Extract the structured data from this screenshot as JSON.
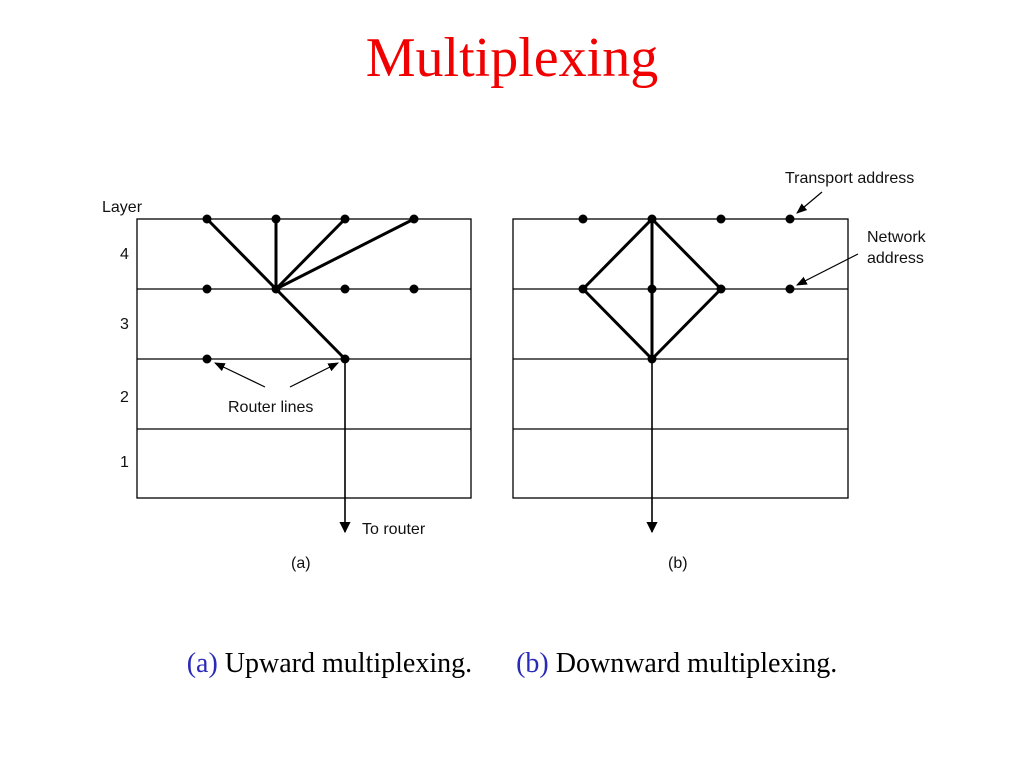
{
  "title": "Multiplexing",
  "diagram": {
    "layer_header": "Layer",
    "layers": [
      "4",
      "3",
      "2",
      "1"
    ],
    "labels": {
      "router_lines": "Router lines",
      "to_router": "To router",
      "transport_address": "Transport address",
      "network_address_line1": "Network",
      "network_address_line2": "address"
    },
    "panel_a": "(a)",
    "panel_b": "(b)"
  },
  "caption": {
    "a_tag": "(a)",
    "a_text": "Upward multiplexing.",
    "b_tag": "(b)",
    "b_text": "Downward multiplexing."
  }
}
